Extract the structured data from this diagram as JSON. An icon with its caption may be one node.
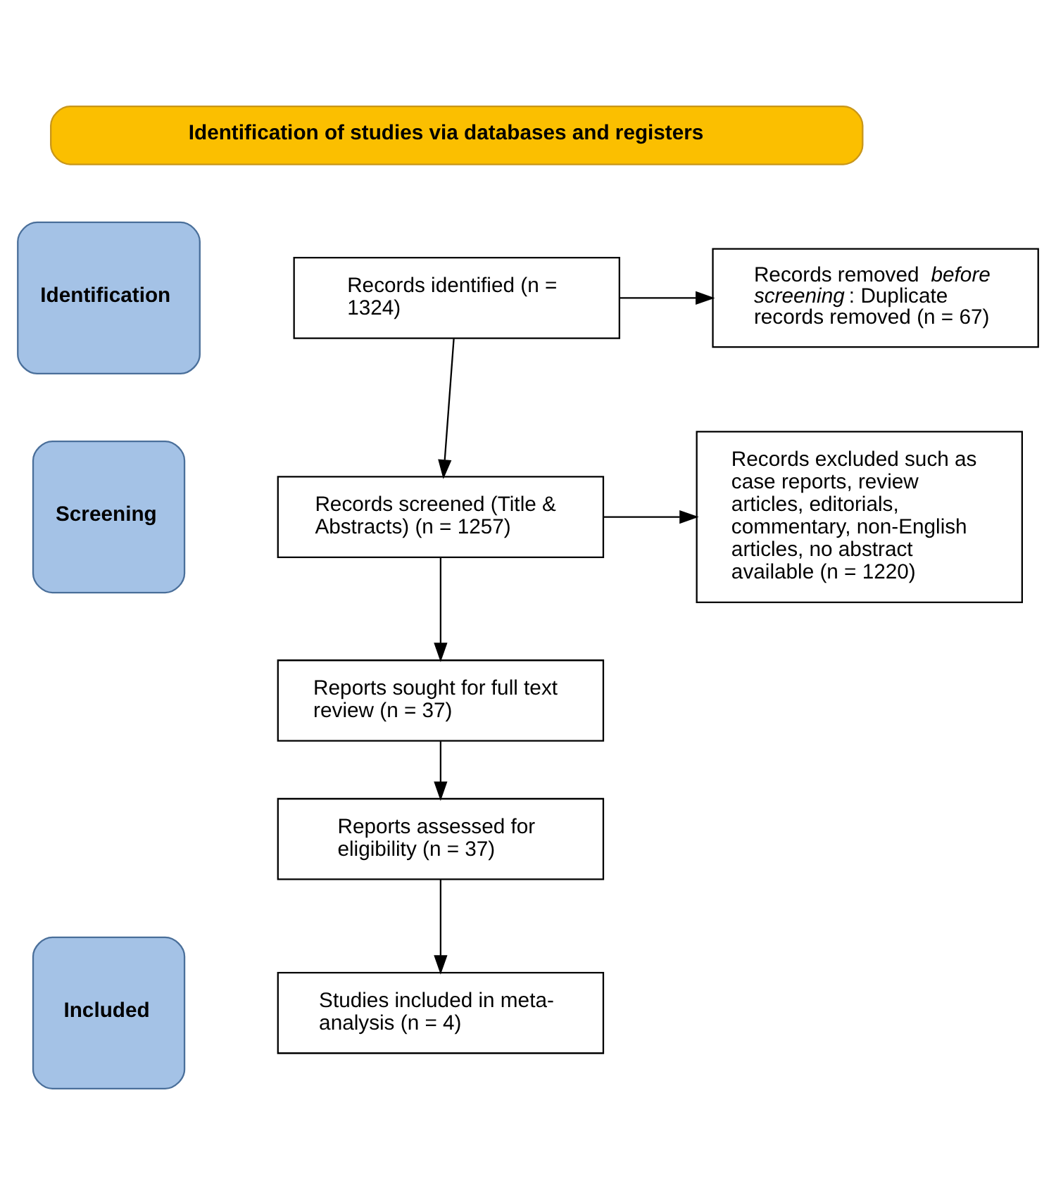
{
  "diagram": {
    "nodes": [
      {
        "text": [
          "Identification of studies via databases and registers"
        ]
      },
      {
        "text": [
          "Identification"
        ]
      },
      {
        "text": [
          "Screening"
        ]
      },
      {
        "text": [
          "Included"
        ]
      },
      {
        "text": [
          "Records identified (n = 1324)"
        ]
      },
      {
        "text": [
          "Records removed *before screening*: Duplicate records removed (n = 67)"
        ]
      },
      {
        "text": [
          "Records screened (Title & Abstracts) (n = 1257)"
        ]
      },
      {
        "text": [
          "Records excluded such as case reports, review articles, editorials, commentary, non-English articles, no abstract available (n = 1220)"
        ]
      },
      {
        "text": [
          "Reports sought for full text review (n = 37)"
        ]
      },
      {
        "text": [
          "Reports assessed for eligibility (n = 37)"
        ]
      },
      {
        "text": [
          "Studies included in meta-analysis (n = 4)"
        ]
      }
    ],
    "edges": [
      {
        "from": 4,
        "to": 5,
        "arrow": "to"
      },
      {
        "from": 4,
        "to": 6,
        "arrow": "to"
      },
      {
        "from": 6,
        "to": 7,
        "arrow": "to"
      },
      {
        "from": 6,
        "to": 8,
        "arrow": "to"
      },
      {
        "from": 8,
        "to": 9,
        "arrow": "to"
      },
      {
        "from": 9,
        "to": 10,
        "arrow": "to"
      }
    ]
  }
}
